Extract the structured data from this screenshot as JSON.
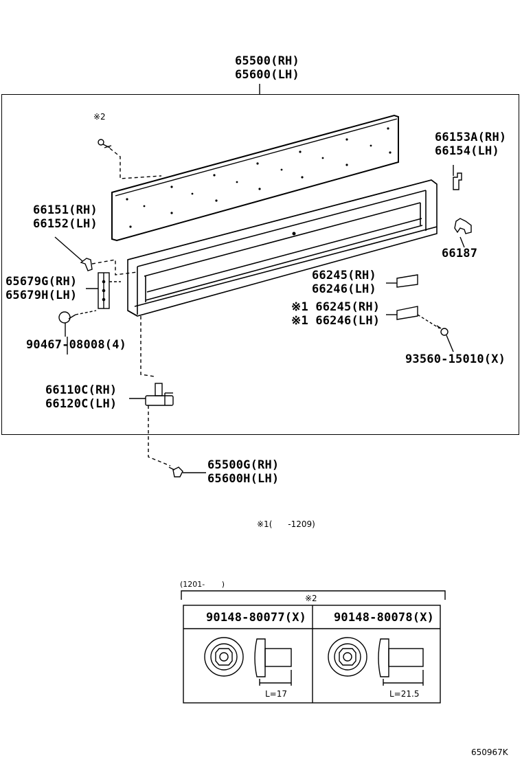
{
  "callouts": {
    "main_rh": "65500(RH)",
    "main_lh": "65600(LH)",
    "mark2_top": "※2",
    "hook_rh": "66153A(RH)",
    "hook_lh": "66154(LH)",
    "bracket_rh": "66151(RH)",
    "bracket_lh": "66152(LH)",
    "clip": "66187",
    "plate_rh": "65679G(RH)",
    "plate_lh": "65679H(LH)",
    "label_rh": "66245(RH)",
    "label_lh": "66246(LH)",
    "label1_rh": "※1 66245(RH)",
    "label1_lh": "※1 66246(LH)",
    "rivet": "90467-08008(4)",
    "screw": "93560-15010(X)",
    "hinge_rh": "66110C(RH)",
    "hinge_lh": "66120C(LH)",
    "bolt_rh": "65500G(RH)",
    "bolt_lh": "65600H(LH)"
  },
  "notes": {
    "note1": "※1(      -1209)",
    "note2_range": "(1201-       )",
    "note2_mark": "※2"
  },
  "table": {
    "col1_part": "90148-80077(X)",
    "col2_part": "90148-80078(X)",
    "col1_len": "L=17",
    "col2_len": "L=21.5"
  },
  "footer": {
    "code": "650967K"
  }
}
